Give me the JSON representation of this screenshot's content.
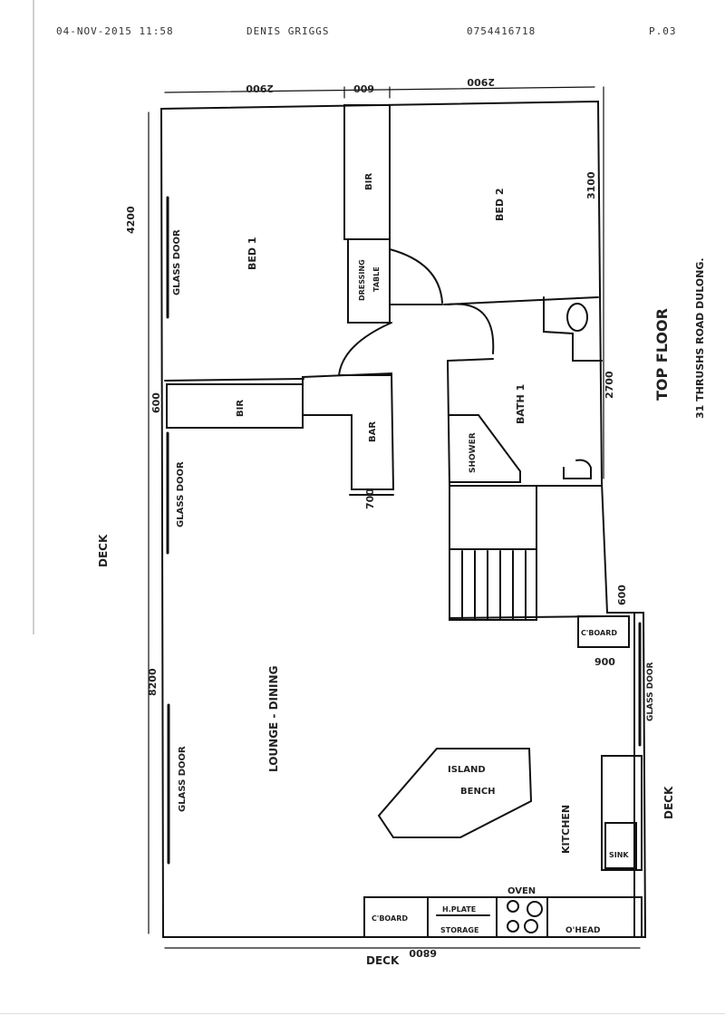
{
  "fax_header": {
    "datetime": "04-NOV-2015 11:58",
    "sender": "DENIS GRIGGS",
    "phone": "0754416718",
    "page": "P.03"
  },
  "plan": {
    "title": "TOP FLOOR",
    "address": "31 THRUSHS ROAD DULONG.",
    "dimensions": {
      "top_left": "2900",
      "top_mid": "600",
      "top_right": "2900",
      "left_upper": "4200",
      "left_mid": "600",
      "left_lower": "8200",
      "right_upper": "3100",
      "right_mid": "2700",
      "right_lower": "600",
      "bottom": "6800",
      "cboard_width": "900",
      "bar_depth": "700"
    },
    "rooms": {
      "bed1": "BED 1",
      "bed2": "BED 2",
      "bath": "BATH 1",
      "shower": "SHOWER",
      "lounge": "LOUNGE - DINING",
      "kitchen": "KITCHEN",
      "island": "ISLAND",
      "bench": "BENCH"
    },
    "fixtures": {
      "bir_top": "BIR",
      "bir_mid": "BIR",
      "dressing": "DRESSING",
      "table": "TABLE",
      "bar": "BAR",
      "cboard_right": "C'BOARD",
      "cboard_bottom": "C'BOARD",
      "hplate": "H.PLATE",
      "storage": "STORAGE",
      "oven": "OVEN",
      "ohead": "O'HEAD",
      "sink": "SINK"
    },
    "doors": {
      "glass_upper": "GLASS DOOR",
      "glass_mid": "GLASS DOOR",
      "glass_lower": "GLASS DOOR",
      "glass_right": "GLASS DOOR"
    },
    "outside": {
      "deck_left": "DECK",
      "deck_right": "DECK",
      "deck_bottom": "DECK"
    }
  }
}
